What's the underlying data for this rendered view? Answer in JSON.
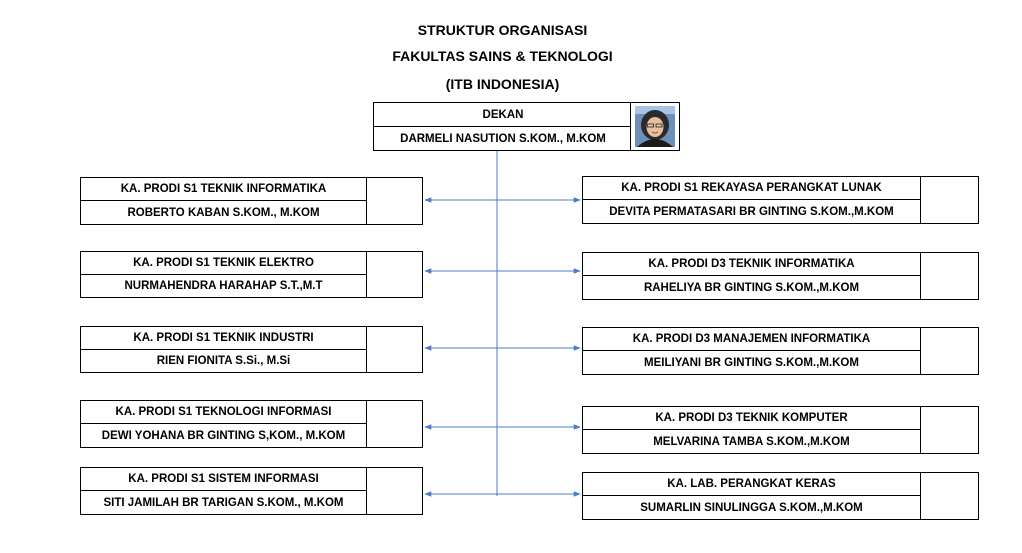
{
  "titles": [
    "STRUKTUR ORGANISASI",
    "FAKULTAS SAINS & TEKNOLOGI",
    "(ITB INDONESIA)"
  ],
  "dekan": {
    "role": "DEKAN",
    "name": "DARMELI NASUTION S.KOM., M.KOM",
    "photo": "dean-portrait-photo"
  },
  "left_units": [
    {
      "role": "KA. PRODI S1 TEKNIK INFORMATIKA",
      "name": "ROBERTO KABAN S.KOM., M.KOM"
    },
    {
      "role": "KA. PRODI S1 TEKNIK ELEKTRO",
      "name": "NURMAHENDRA HARAHAP S.T.,M.T"
    },
    {
      "role": "KA. PRODI S1 TEKNIK INDUSTRI",
      "name": "RIEN FIONITA S.Si., M.Si"
    },
    {
      "role": "KA. PRODI S1 TEKNOLOGI INFORMASI",
      "name": "DEWI YOHANA BR GINTING S,KOM., M.KOM"
    },
    {
      "role": "KA. PRODI S1 SISTEM INFORMASI",
      "name": "SITI JAMILAH BR TARIGAN  S.KOM., M.KOM"
    }
  ],
  "right_units": [
    {
      "role": "KA. PRODI S1 REKAYASA PERANGKAT LUNAK",
      "name": "DEVITA PERMATASARI BR GINTING S.KOM.,M.KOM"
    },
    {
      "role": "KA. PRODI D3 TEKNIK INFORMATIKA",
      "name": "RAHELIYA BR GINTING S.KOM.,M.KOM"
    },
    {
      "role": "KA. PRODI D3 MANAJEMEN INFORMATIKA",
      "name": "MEILIYANI BR GINTING  S.KOM.,M.KOM"
    },
    {
      "role": "KA. PRODI D3 TEKNIK KOMPUTER",
      "name": "MELVARINA TAMBA S.KOM.,M.KOM"
    },
    {
      "role": "KA. LAB. PERANGKAT KERAS",
      "name": "SUMARLIN SINULINGGA S.KOM.,M.KOM"
    }
  ],
  "colors": {
    "connector": "#4a7cc9",
    "border": "#000000"
  }
}
